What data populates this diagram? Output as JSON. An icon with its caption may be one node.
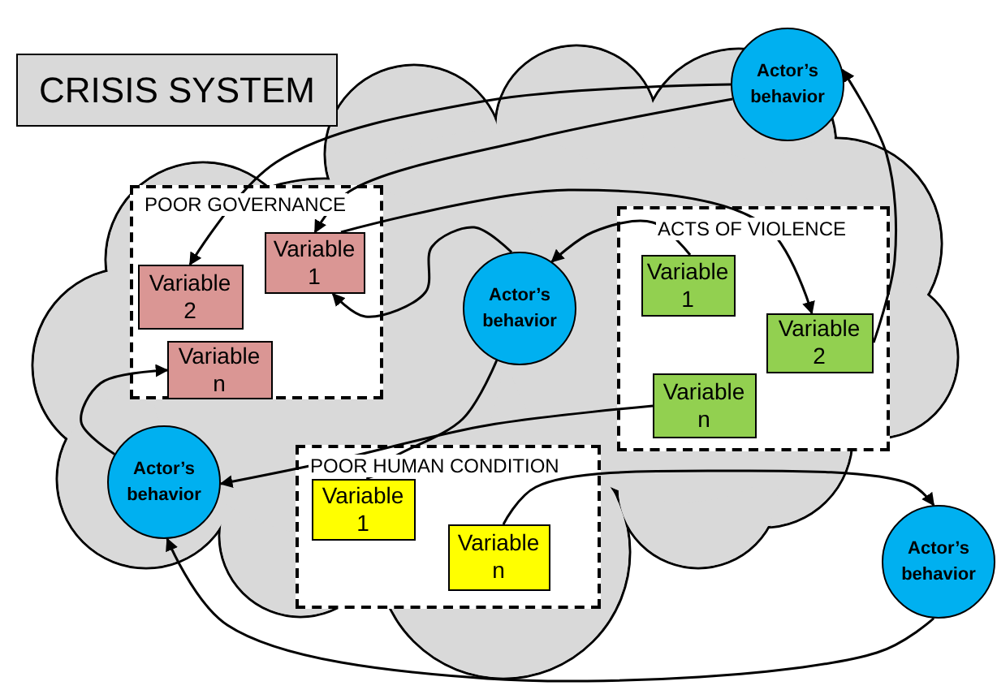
{
  "diagram": {
    "title": "CRISIS SYSTEM",
    "nodes": [
      {
        "text": [
          "Actor’s behavior"
        ]
      },
      {
        "text": [
          "POOR GOVERNANCE"
        ]
      },
      {
        "text": [
          "Variable 2"
        ],
        "in": 1
      },
      {
        "text": [
          "Variable 1"
        ],
        "in": 1
      },
      {
        "text": [
          "Variable n"
        ],
        "in": 1
      },
      {
        "text": [
          "Actor’s behavior"
        ]
      },
      {
        "text": [
          "ACTS OF VIOLENCE"
        ]
      },
      {
        "text": [
          "Variable 1"
        ],
        "in": 6
      },
      {
        "text": [
          "Variable 2"
        ],
        "in": 6
      },
      {
        "text": [
          "Variable n"
        ],
        "in": 6
      },
      {
        "text": [
          "Actor’s behavior"
        ]
      },
      {
        "text": [
          "POOR HUMAN CONDITION"
        ]
      },
      {
        "text": [
          "Variable 1"
        ],
        "in": 11
      },
      {
        "text": [
          "Variable n"
        ],
        "in": 11
      },
      {
        "text": [
          "Actor’s behavior"
        ]
      }
    ],
    "edges": [
      {
        "from": 0,
        "to": 2,
        "arrow": "to"
      },
      {
        "from": 0,
        "to": 3,
        "arrow": "to"
      },
      {
        "from": 8,
        "to": 0,
        "arrow": "to"
      },
      {
        "from": 3,
        "to": 8,
        "arrow": "to"
      },
      {
        "from": 5,
        "to": 3,
        "arrow": "to"
      },
      {
        "from": 7,
        "to": 5,
        "arrow": "to"
      },
      {
        "from": 5,
        "to": 12,
        "arrow": "to"
      },
      {
        "from": 9,
        "to": 10,
        "arrow": "to"
      },
      {
        "from": 10,
        "to": 4,
        "arrow": "to"
      },
      {
        "from": 13,
        "to": 14,
        "arrow": "to"
      },
      {
        "from": 14,
        "to": 10,
        "arrow": "to"
      }
    ]
  }
}
